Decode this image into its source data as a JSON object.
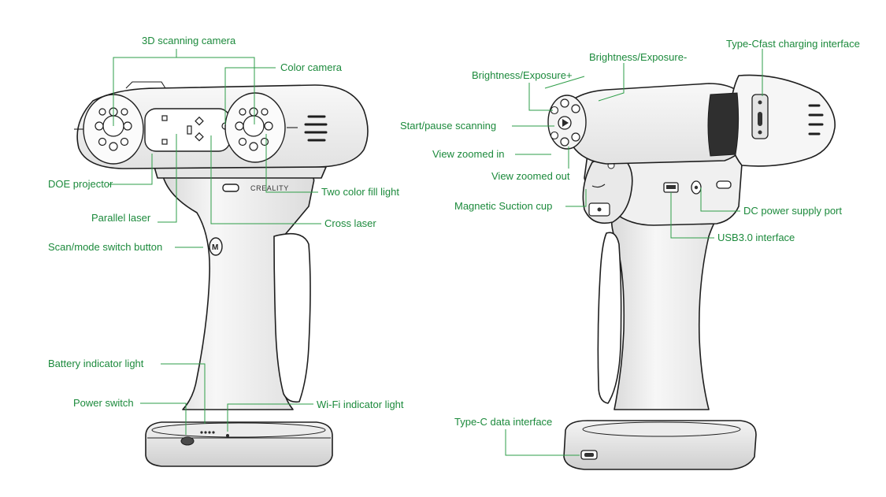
{
  "labels": {
    "left": {
      "scanning_camera": "3D scanning camera",
      "color_camera": "Color camera",
      "doe_projector": "DOE projector",
      "two_color_fill_light": "Two color fill light",
      "parallel_laser": "Parallel laser",
      "cross_laser": "Cross laser",
      "scan_mode_switch": "Scan/mode switch button",
      "battery_indicator": "Battery indicator light",
      "power_switch": "Power switch",
      "wifi_indicator": "Wi-Fi indicator light",
      "brand_logo": "CREALITY"
    },
    "right": {
      "brightness_minus": "Brightness/Exposure-",
      "typec_fast_charging": "Type-Cfast charging interface",
      "brightness_plus": "Brightness/Exposure+",
      "start_pause": "Start/pause scanning",
      "view_zoomed_in": "View zoomed in",
      "view_zoomed_out": "View zoomed out",
      "magnetic_suction_cup": "Magnetic Suction cup",
      "dc_power_port": "DC power supply port",
      "usb30_interface": "USB3.0 interface",
      "typec_data_interface": "Type-C data interface"
    }
  },
  "colors": {
    "label_text": "#1c8a3c",
    "leader_line": "#2e9e48",
    "device_body": "#f2f2f2",
    "device_shade": "#d8d8d8",
    "outline": "#1e1e1e"
  },
  "icons": {
    "scan_mode_button": "m-letter-icon",
    "start_pause_button": "play-icon"
  }
}
